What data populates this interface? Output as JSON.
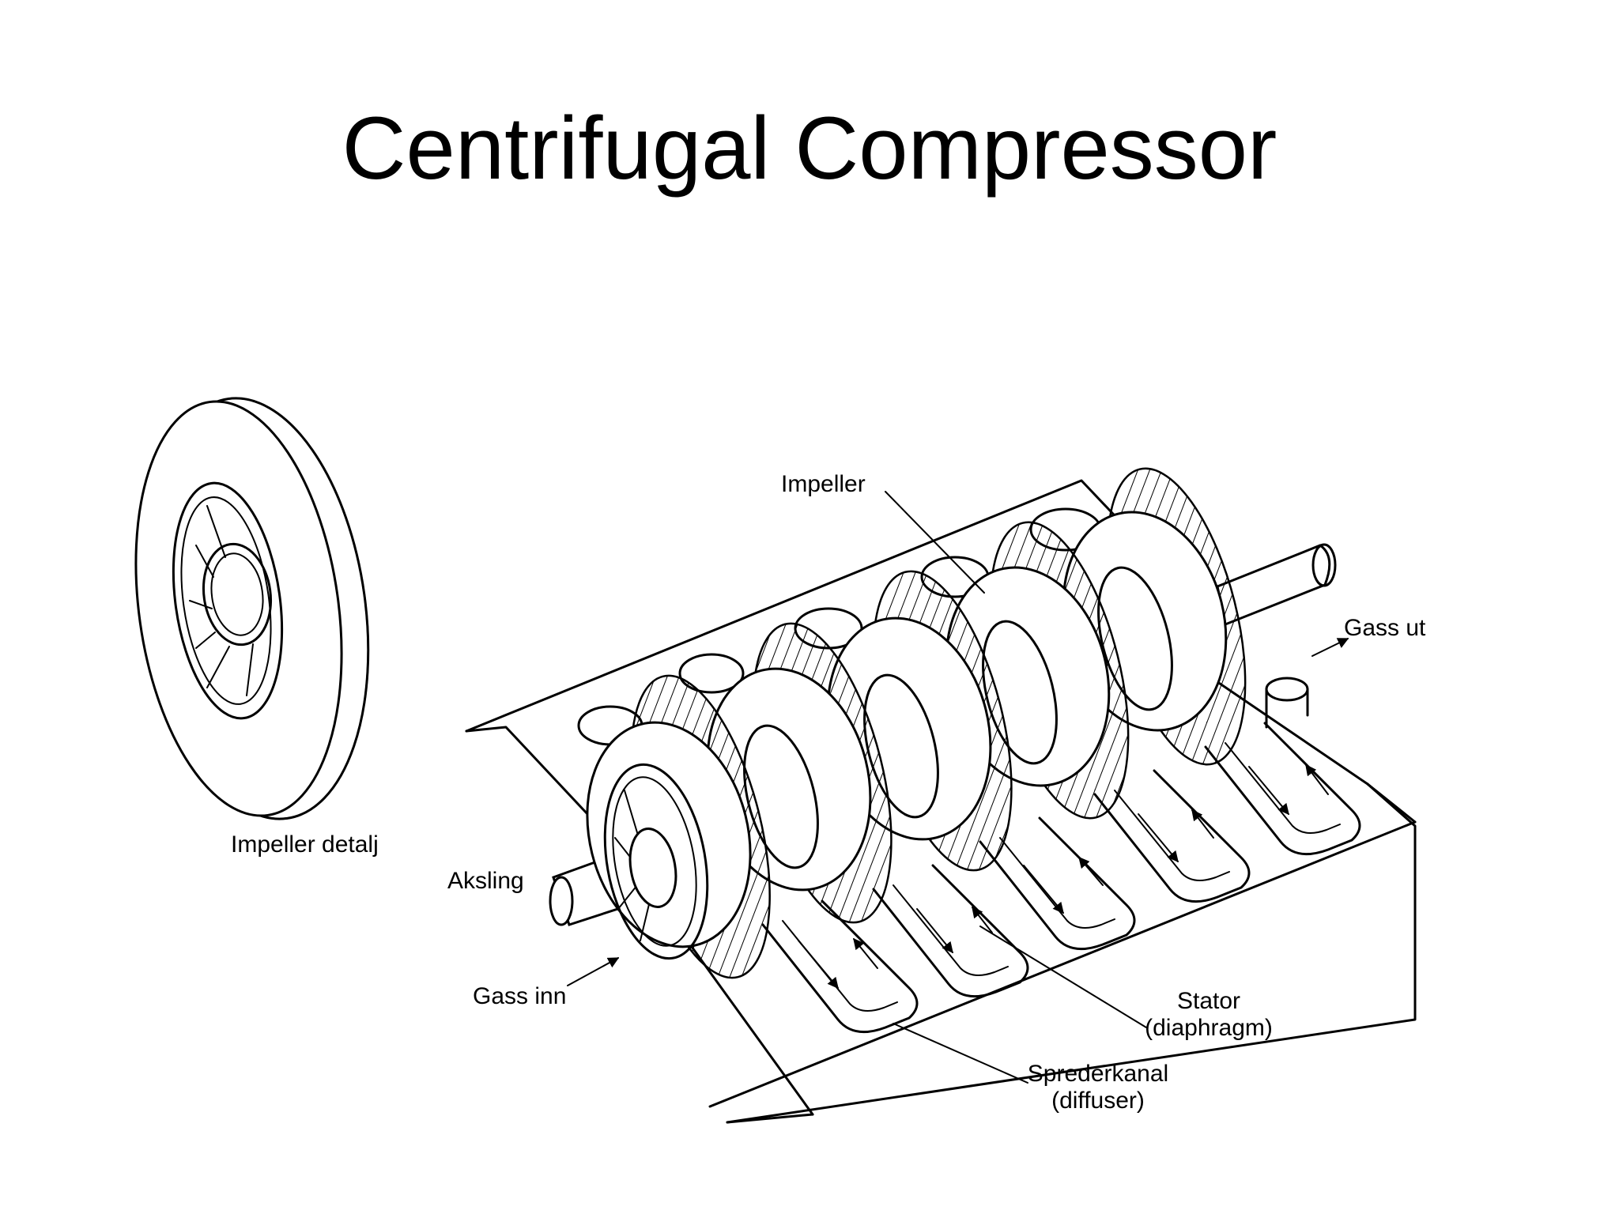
{
  "title": "Centrifugal Compressor",
  "labels": {
    "impeller_detail": "Impeller detalj",
    "impeller": "Impeller",
    "gas_out": "Gass ut",
    "shaft": "Aksling",
    "gas_in": "Gass inn",
    "stator_line1": "Stator",
    "stator_line2": "(diaphragm)",
    "diffuser_line1": "Sprederkanal",
    "diffuser_line2": "(diffuser)"
  }
}
